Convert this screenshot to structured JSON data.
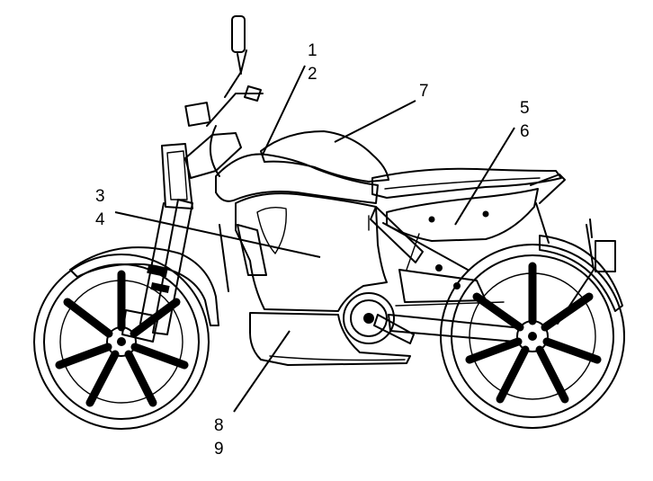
{
  "callouts": [
    {
      "id": "c12",
      "labels": [
        "1",
        "2"
      ]
    },
    {
      "id": "c7",
      "labels": [
        "7"
      ]
    },
    {
      "id": "c56",
      "labels": [
        "5",
        "6"
      ]
    },
    {
      "id": "c34",
      "labels": [
        "3",
        "4"
      ]
    },
    {
      "id": "c89",
      "labels": [
        "8",
        "9"
      ]
    }
  ],
  "colors": {
    "ink": "#000000",
    "background": "#ffffff"
  }
}
